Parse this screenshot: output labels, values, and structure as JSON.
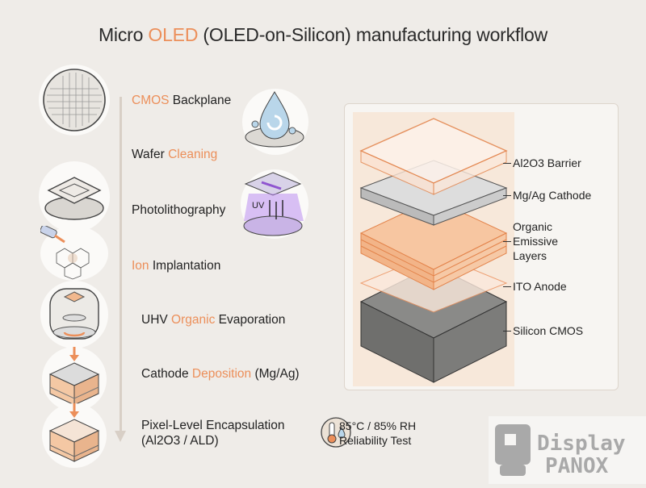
{
  "title": {
    "prefix": "Micro ",
    "accent": "OLED",
    "suffix": " (OLED-on-Silicon) manufacturing workflow"
  },
  "colors": {
    "accent": "#ec8f5a",
    "background": "#efece8",
    "text": "#222222"
  },
  "steps": [
    {
      "accent": "CMOS",
      "text": " Backplane",
      "icon": "wafer-icon"
    },
    {
      "text": "Wafer ",
      "accent": "Cleaning",
      "icon": "water-drop-icon"
    },
    {
      "text": "Photolithography",
      "icon": "uv-mask-icon"
    },
    {
      "accent": "Ion",
      "text": " Implantation",
      "icon": "ion-lattice-icon"
    },
    {
      "text": "UHV ",
      "accent": "Organic",
      "text2": " Evaporation",
      "icon": "vacuum-chamber-icon"
    },
    {
      "text": "Cathode ",
      "accent": "Deposition",
      "text2": " (Mg/Ag)",
      "icon": "layer-stack-icon"
    },
    {
      "text": "Pixel-Level Encapsulation",
      "line2": "(Al2O3 / ALD)",
      "icon": "encapsulated-stack-icon"
    }
  ],
  "uv_label": "UV",
  "stack_labels": {
    "barrier": "Al2O3 Barrier",
    "cathode": "Mg/Ag Cathode",
    "organic_1": "Organic",
    "organic_2": "Emissive",
    "organic_3": "Layers",
    "anode": "ITO Anode",
    "cmos": "Silicon CMOS"
  },
  "reliability": {
    "line1": "85°C / 85% RH",
    "line2": "Reliability Test",
    "icon": "thermometer-drop-icon"
  },
  "logo": {
    "line1": "Display",
    "line2": "PANOX"
  }
}
